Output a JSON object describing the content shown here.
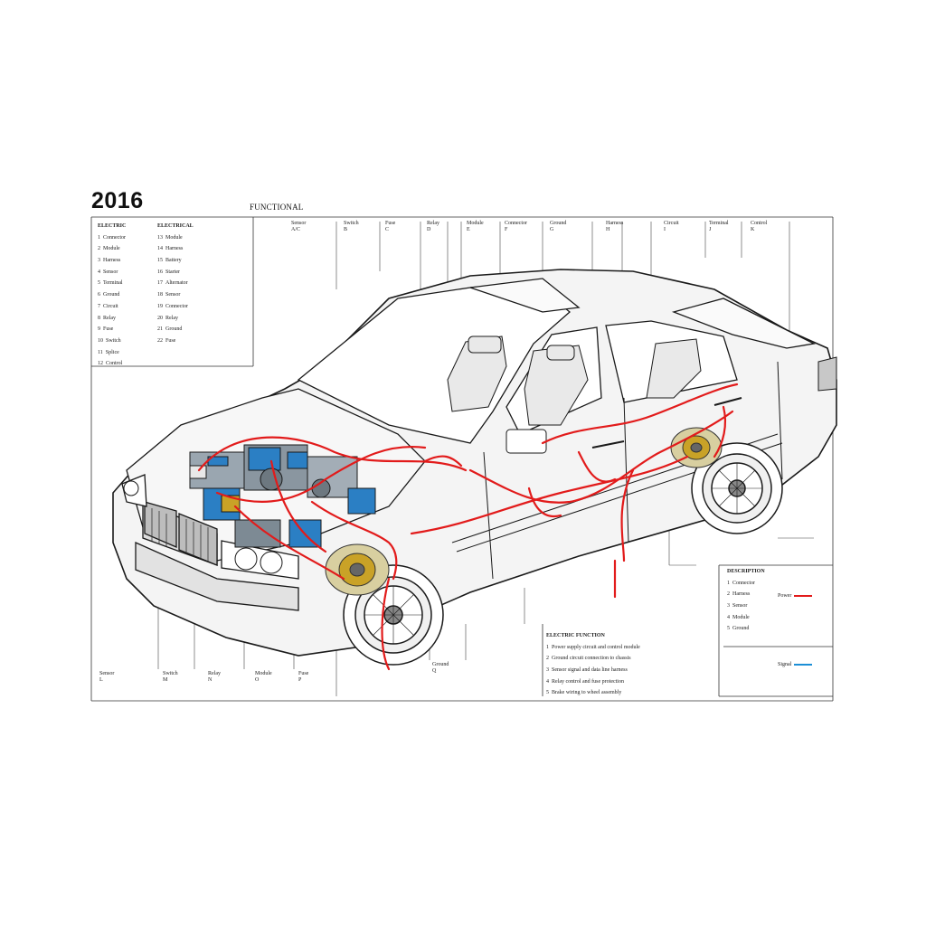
{
  "header": {
    "year": "2016",
    "title": "FUNCTIONAL"
  },
  "legend_left": {
    "header": "ELECTRIC",
    "rows": [
      {
        "num": "1",
        "text": "Connector"
      },
      {
        "num": "2",
        "text": "Module"
      },
      {
        "num": "3",
        "text": "Harness"
      },
      {
        "num": "4",
        "text": "Sensor"
      },
      {
        "num": "5",
        "text": "Terminal"
      },
      {
        "num": "6",
        "text": "Ground"
      },
      {
        "num": "7",
        "text": "Circuit"
      },
      {
        "num": "8",
        "text": "Relay"
      },
      {
        "num": "9",
        "text": "Fuse"
      },
      {
        "num": "10",
        "text": "Switch"
      },
      {
        "num": "11",
        "text": "Splice"
      },
      {
        "num": "12",
        "text": "Control"
      }
    ]
  },
  "legend_left2": {
    "header": "ELECTRICAL",
    "rows": [
      {
        "num": "13",
        "text": "Module"
      },
      {
        "num": "14",
        "text": "Harness"
      },
      {
        "num": "15",
        "text": "Battery"
      },
      {
        "num": "16",
        "text": "Starter"
      },
      {
        "num": "17",
        "text": "Alternator"
      },
      {
        "num": "18",
        "text": "Sensor"
      },
      {
        "num": "19",
        "text": "Connector"
      },
      {
        "num": "20",
        "text": "Relay"
      },
      {
        "num": "21",
        "text": "Ground"
      },
      {
        "num": "22",
        "text": "Fuse"
      }
    ]
  },
  "callouts_top": [
    {
      "label": "Sensor",
      "sub": "A/C"
    },
    {
      "label": "Switch",
      "sub": "B"
    },
    {
      "label": "Fuse",
      "sub": "C"
    },
    {
      "label": "Relay",
      "sub": "D"
    },
    {
      "label": "Module",
      "sub": "E"
    },
    {
      "label": "Connector",
      "sub": "F"
    },
    {
      "label": "Ground",
      "sub": "G"
    },
    {
      "label": "Harness",
      "sub": "H"
    },
    {
      "label": "Circuit",
      "sub": "I"
    },
    {
      "label": "Terminal",
      "sub": "J"
    },
    {
      "label": "Control",
      "sub": "K"
    }
  ],
  "callouts_bottom": [
    {
      "label": "Sensor",
      "sub": "L"
    },
    {
      "label": "Switch",
      "sub": "M"
    },
    {
      "label": "Relay",
      "sub": "N"
    },
    {
      "label": "Module",
      "sub": "O"
    },
    {
      "label": "Fuse",
      "sub": "P"
    },
    {
      "label": "Ground",
      "sub": "Q"
    }
  ],
  "legend_bottom_mid": {
    "header": "ELECTRIC FUNCTION",
    "rows": [
      {
        "num": "1",
        "text": "Power supply circuit and control module"
      },
      {
        "num": "2",
        "text": "Ground circuit connection to chassis"
      },
      {
        "num": "3",
        "text": "Sensor signal and data line harness"
      },
      {
        "num": "4",
        "text": "Relay control and fuse protection"
      },
      {
        "num": "5",
        "text": "Brake wiring to wheel assembly"
      }
    ]
  },
  "legend_bottom_right": {
    "header": "DESCRIPTION",
    "rows": [
      {
        "num": "1",
        "text": "Connector"
      },
      {
        "num": "2",
        "text": "Harness"
      },
      {
        "num": "3",
        "text": "Sensor"
      },
      {
        "num": "4",
        "text": "Module"
      },
      {
        "num": "5",
        "text": "Ground"
      }
    ],
    "key": [
      {
        "text": "Power",
        "color": "#e21b1b"
      },
      {
        "text": "Signal",
        "color": "#1c8fd6"
      }
    ]
  },
  "colors": {
    "wire": "#e21b1b",
    "engine_blue": "#2b7fc4",
    "brake_gold": "#c9a227",
    "outline": "#1a1a1a"
  }
}
